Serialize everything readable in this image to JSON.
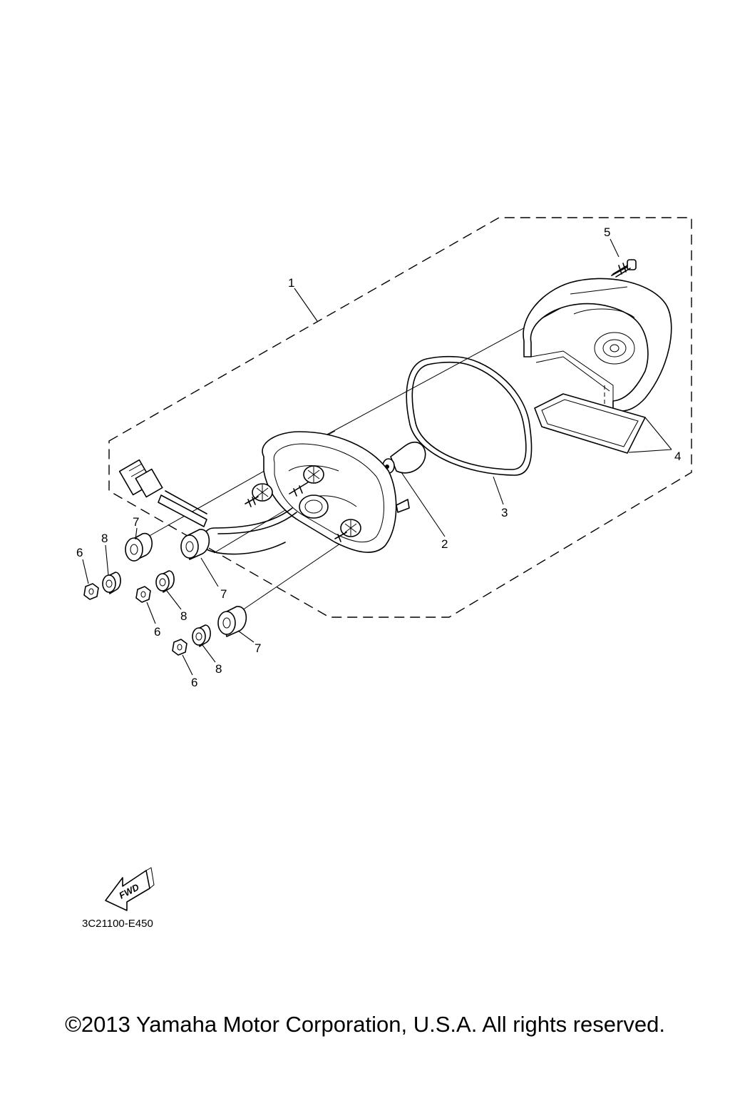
{
  "callouts": {
    "c1": "1",
    "c2": "2",
    "c3": "3",
    "c4": "4",
    "c5": "5",
    "c6a": "6",
    "c6b": "6",
    "c6c": "6",
    "c7a": "7",
    "c7b": "7",
    "c7c": "7",
    "c8a": "8",
    "c8b": "8",
    "c8c": "8"
  },
  "fwd_label": "FWD",
  "part_code": "3C21100-E450",
  "copyright": "©2013 Yamaha Motor Corporation, U.S.A. All rights reserved."
}
